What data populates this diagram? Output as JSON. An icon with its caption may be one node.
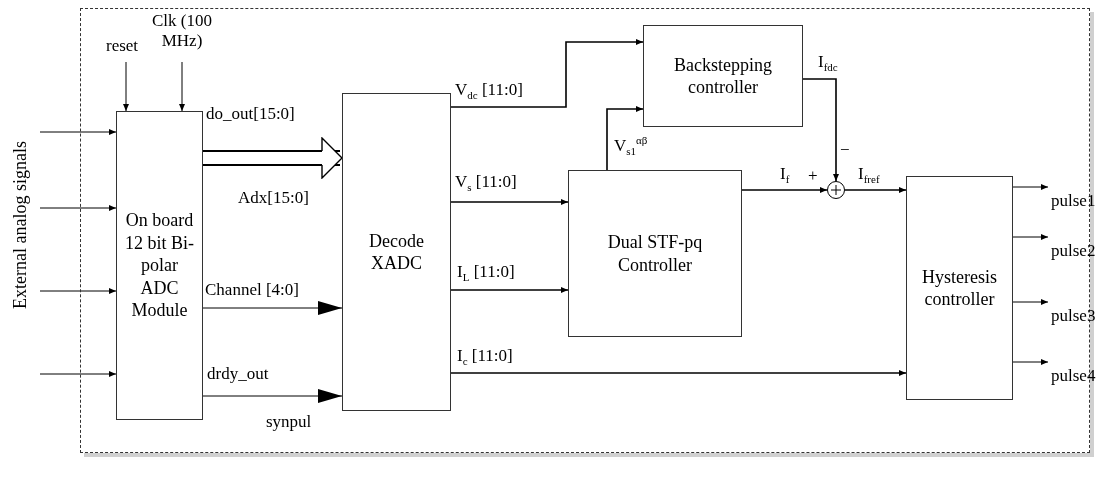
{
  "diagram": {
    "nodes": [
      {
        "text": [],
        "shape": "box"
      },
      {
        "text": [
          "On board 12 bit Bi-polar ADC Module"
        ],
        "in": 0
      },
      {
        "text": [
          "Decode XADC"
        ],
        "in": 0
      },
      {
        "text": [
          "Backstepping controller"
        ],
        "in": 0
      },
      {
        "text": [
          "Dual STF-pq Controller"
        ],
        "in": 0
      },
      {
        "text": [],
        "shape": "circle",
        "in": 0,
        "beside": [
          "+",
          "−"
        ]
      },
      {
        "text": [
          "Hysteresis controller"
        ],
        "in": 0
      }
    ],
    "edges": [
      {
        "from": null,
        "to": 1,
        "arrow": "to",
        "label": "reset"
      },
      {
        "from": null,
        "to": 1,
        "arrow": "to",
        "label": "Clk (100 MHz)"
      },
      {
        "from": null,
        "to": 1,
        "arrow": "to"
      },
      {
        "from": null,
        "to": 1,
        "arrow": "to"
      },
      {
        "from": null,
        "to": 1,
        "arrow": "to"
      },
      {
        "from": null,
        "to": 1,
        "arrow": "to"
      },
      {
        "from": 1,
        "to": 2,
        "arrow": "to",
        "label": "do_out[15:0]",
        "style": "thick"
      },
      {
        "from": 1,
        "to": 2,
        "arrow": "to",
        "label": "Channel [4:0]"
      },
      {
        "from": 1,
        "to": 2,
        "arrow": "to",
        "label": "drdy_out"
      },
      {
        "from": 2,
        "to": 3,
        "arrow": "to",
        "label": "V$_{dc}$ [11:0]"
      },
      {
        "from": 2,
        "to": 4,
        "arrow": "to",
        "label": "V$_{s}$ [11:0]"
      },
      {
        "from": 2,
        "to": 4,
        "arrow": "to",
        "label": "I$_{L}$ [11:0]"
      },
      {
        "from": 2,
        "to": 6,
        "arrow": "to",
        "label": "I$_{c}$ [11:0]"
      },
      {
        "from": 4,
        "to": 3,
        "arrow": "to",
        "label": "V$_{s1}$$^{αβ}$"
      },
      {
        "from": 3,
        "to": 5,
        "arrow": "to",
        "label": "I$_{fdc}$"
      },
      {
        "from": 4,
        "to": 5,
        "arrow": "to",
        "label": "I$_{f}$"
      },
      {
        "from": 5,
        "to": 6,
        "arrow": "to",
        "label": "I$_{fref}$"
      },
      {
        "from": 6,
        "to": null,
        "arrow": "to",
        "label": "pulse1"
      },
      {
        "from": 6,
        "to": null,
        "arrow": "to",
        "label": "pulse2"
      },
      {
        "from": 6,
        "to": null,
        "arrow": "to",
        "label": "pulse3"
      },
      {
        "from": 6,
        "to": null,
        "arrow": "to",
        "label": "pulse4"
      }
    ],
    "labels": [
      "External analog signals",
      "Adx[15:0]",
      "synpul"
    ]
  }
}
